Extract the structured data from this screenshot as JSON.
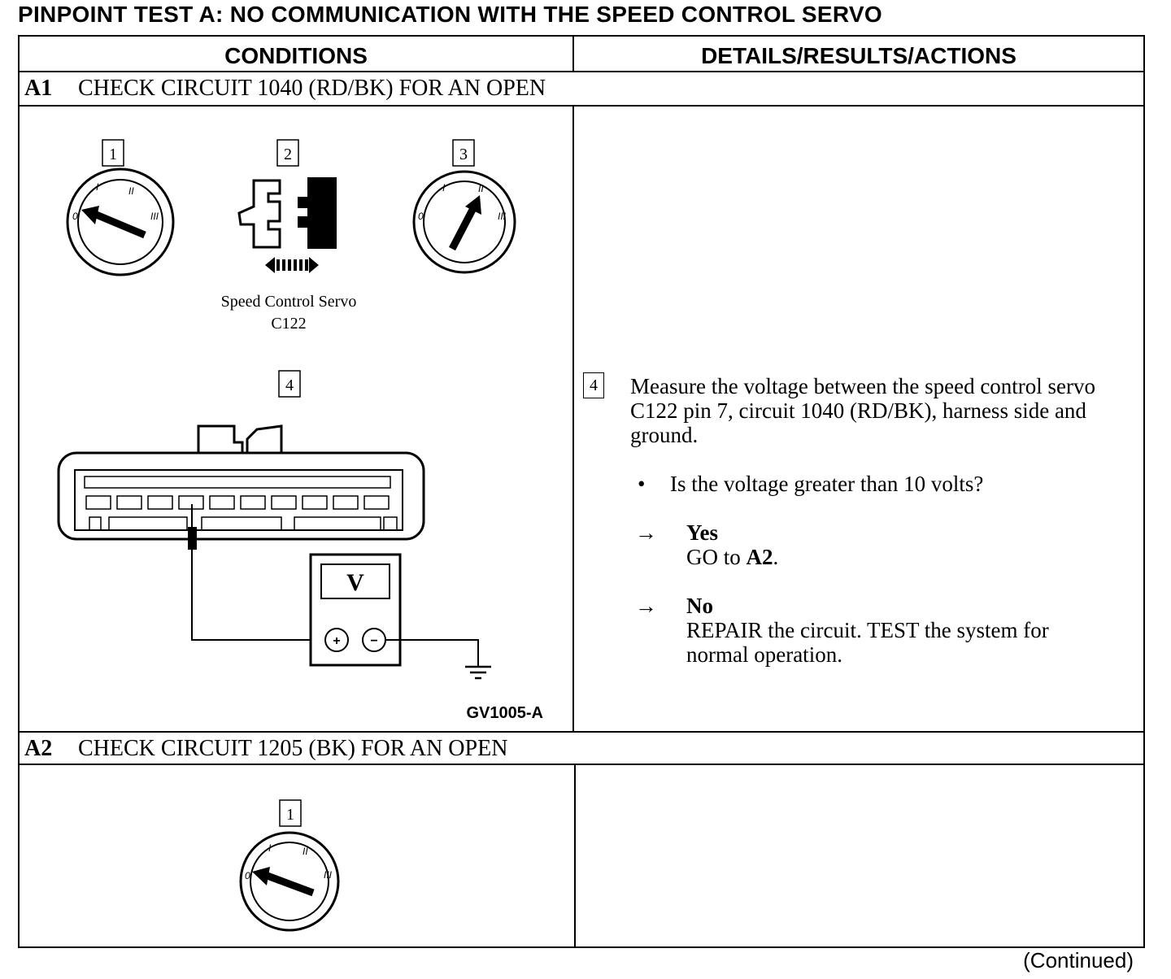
{
  "title": "PINPOINT TEST A: NO COMMUNICATION WITH THE SPEED CONTROL SERVO",
  "columns": {
    "conditions": "CONDITIONS",
    "details": "DETAILS/RESULTS/ACTIONS"
  },
  "steps": [
    {
      "id": "A1",
      "heading": "CHECK CIRCUIT 1040 (RD/BK) FOR AN OPEN",
      "figure": {
        "callouts": [
          "1",
          "2",
          "3",
          "4"
        ],
        "connector_label_line1": "Speed Control Servo",
        "connector_label_line2": "C122",
        "meter_label": "V",
        "meter_plus": "+",
        "meter_minus": "−",
        "figure_id": "GV1005-A",
        "dial_marks": [
          "0",
          "I",
          "II",
          "III"
        ]
      },
      "details": {
        "callout": "4",
        "instruction": "Measure the voltage between the speed control servo C122 pin 7, circuit 1040 (RD/BK), harness side and ground.",
        "question_bullet": "•",
        "question": "Is the voltage greater than 10 volts?",
        "arrow": "→",
        "yes_label": "Yes",
        "yes_action_prefix": "GO to ",
        "yes_action_target": "A2",
        "yes_action_suffix": ".",
        "no_label": "No",
        "no_action": "REPAIR the circuit. TEST the system for normal operation."
      }
    },
    {
      "id": "A2",
      "heading": "CHECK CIRCUIT 1205 (BK) FOR AN OPEN",
      "figure": {
        "callouts": [
          "1"
        ]
      }
    }
  ],
  "footer": "(Continued)"
}
